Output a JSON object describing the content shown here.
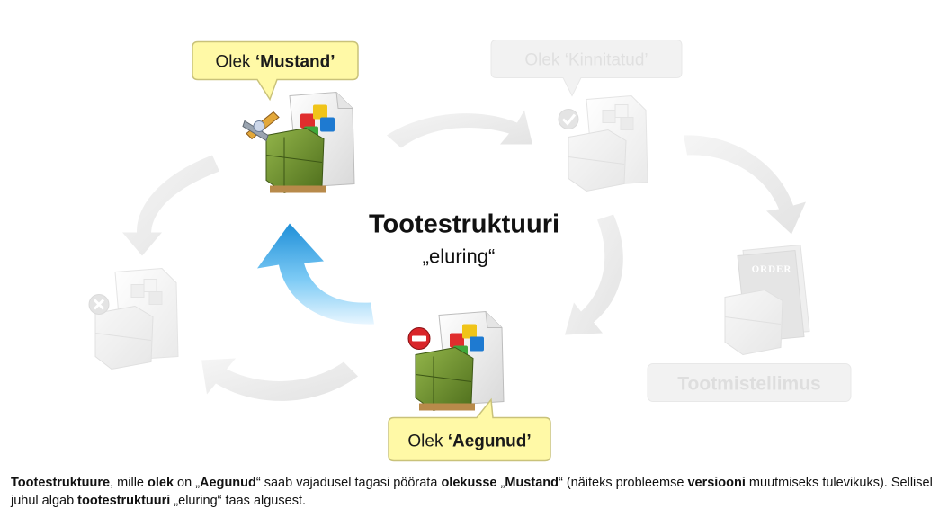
{
  "diagram": {
    "title": "Tootestruktuuri",
    "subtitle": "„eluring“",
    "states": {
      "draft": {
        "prefix": "Olek ",
        "name": "‘Mustand’"
      },
      "approved": {
        "label": "Olek ‘Kinnitatud’"
      },
      "expired": {
        "prefix": "Olek ",
        "name": "‘Aegunud’"
      },
      "production_order": {
        "label": "Tootmistellimus"
      },
      "order_stamp": "ORDER"
    },
    "icons": [
      "pencil-icon",
      "check-icon",
      "remove-icon",
      "cancel-icon",
      "document-cubes-icon",
      "order-document-icon"
    ],
    "colors": {
      "callout_fill": "#fff9a6",
      "callout_stroke": "#c9c27a",
      "highlight_arrow": "#3ba8e6",
      "faded": "#e6e6e6",
      "box_green": "#6b8f2e",
      "remove_red": "#d9252a"
    }
  },
  "caption": {
    "t1": "Tootestruktuure",
    "t2": ", mille ",
    "t3": "olek",
    "t4": " on „",
    "t5": "Aegunud",
    "t6": "“ saab vajadusel tagasi pöörata ",
    "t7": "olekusse",
    "t8": " „",
    "t9": "Mustand",
    "t10": "“ (näiteks probleemse ",
    "t11": "versiooni",
    "t12": " muutmiseks tulevikuks).  Sellisel juhul algab ",
    "t13": "tootestruktuuri",
    "t14": " „eluring“  taas algusest."
  }
}
